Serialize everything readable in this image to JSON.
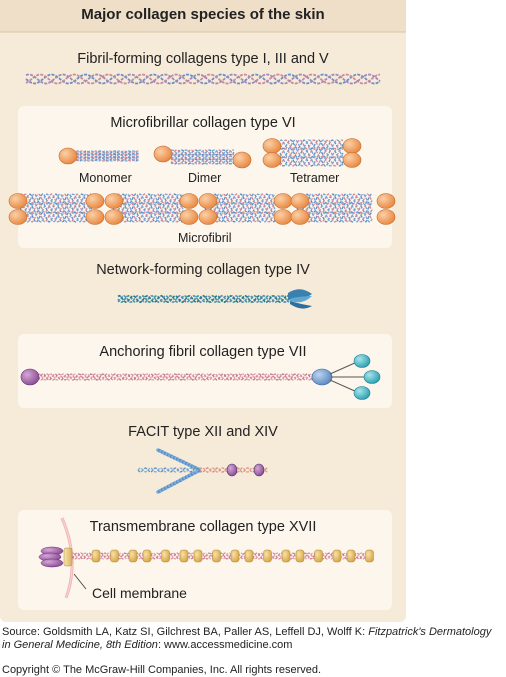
{
  "title": "Major collagen species of the skin",
  "sections": {
    "fibril": "Fibril-forming collagens type I, III and V",
    "microfibrillar": "Microfibrillar collagen type VI",
    "network": "Network-forming collagen type IV",
    "anchoring": "Anchoring fibril collagen type VII",
    "facit": "FACIT type XII and XIV",
    "transmembrane": "Transmembrane collagen type XVII"
  },
  "labels": {
    "monomer": "Monomer",
    "dimer": "Dimer",
    "tetramer": "Tetramer",
    "microfibril": "Microfibril",
    "cell_membrane": "Cell membrane"
  },
  "source": {
    "prefix": "Source: Goldsmith LA, Katz SI, Gilchrest BA, Paller AS, Leffell DJ, Wolff K: ",
    "book": "Fitzpatrick's Dermatology in General Medicine, 8th Edition",
    "suffix": ": www.accessmedicine.com"
  },
  "copyright": "Copyright © The McGraw-Hill Companies, Inc. All rights reserved.",
  "colors": {
    "panel": "#f6ead8",
    "subpanel": "#fcf6ec",
    "globule": "#ef9a5a",
    "strand_blue": "#5b8fc4",
    "strand_pink": "#d48a9a",
    "strand_teal": "#3a9a9a",
    "domain_purple": "#9b5aa0",
    "domain_teal": "#3ab0c0",
    "domain_gold": "#e0b060"
  }
}
